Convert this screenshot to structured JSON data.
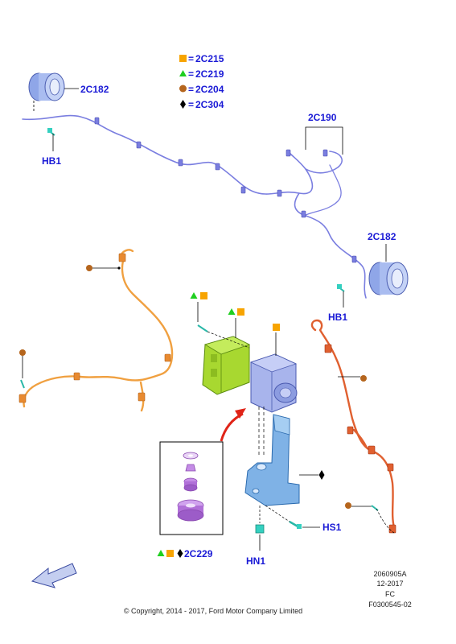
{
  "legend": [
    {
      "symbol": "square",
      "color": "#f7a400",
      "text": "2C215"
    },
    {
      "symbol": "triangle",
      "color": "#1fcf1f",
      "text": "2C219"
    },
    {
      "symbol": "circle",
      "color": "#b5651d",
      "text": "2C204"
    },
    {
      "symbol": "diamond",
      "color": "#000000",
      "text": "2C304"
    }
  ],
  "legend_eq": "=",
  "callouts": {
    "wheel_sensor_left": "2C182",
    "wheel_sensor_right": "2C182",
    "harness_upper": "2C190",
    "bolt_left": "HB1",
    "bolt_right": "HB1",
    "bracket_bolt": "HS1",
    "bracket_nut": "HN1",
    "kit": "2C229"
  },
  "colors": {
    "label": "#1a1ad6",
    "blue_harness": "#7a7ee0",
    "orange_harness": "#f0a040",
    "red_harness": "#e06030",
    "hcu_green": "#a8d830",
    "hcu_blue": "#a8b4ec",
    "bracket": "#7fb2e6",
    "kit_part": "#c48ce6",
    "arrow_red": "#e02418"
  },
  "footer": {
    "code": "2060905A",
    "date": "12-2017",
    "fc": "FC",
    "ref": "F0300545-02",
    "copyright": "© Copyright, 2014 - 2017, Ford Motor Company Limited"
  }
}
